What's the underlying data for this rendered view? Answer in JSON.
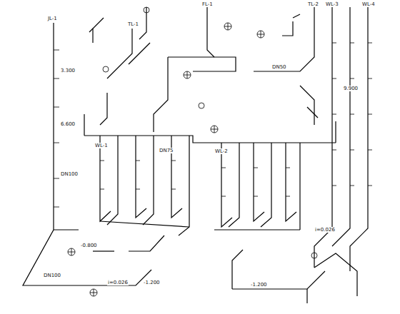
{
  "diagram": {
    "labels": [
      "JL-1",
      "WL-1",
      "WL-2",
      "WL-3",
      "WL-4",
      "FL-1",
      "TL-1",
      "TL-2",
      "DN100",
      "DN75",
      "DN50",
      "DN100",
      "3.300",
      "6.600",
      "9.900",
      "-0.800",
      "-1.200",
      "-1.200",
      "i=0.026",
      "i=0.026"
    ]
  }
}
